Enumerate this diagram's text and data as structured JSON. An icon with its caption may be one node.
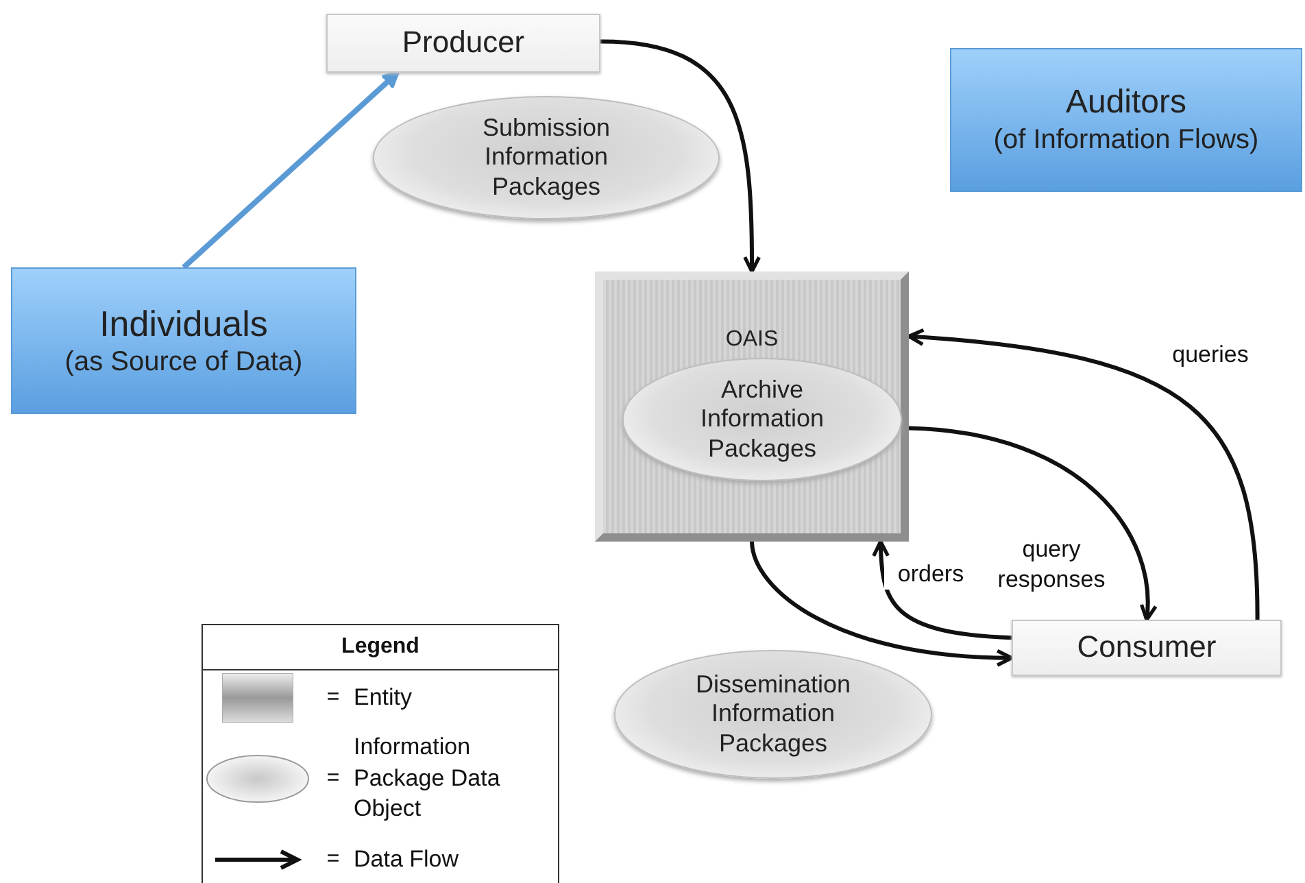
{
  "diagram": {
    "nodes": [
      {
        "text": [
          "Producer"
        ]
      },
      {
        "text": [
          "Submission Information Packages"
        ]
      },
      {
        "text": [
          "Auditors",
          "(of Information Flows)"
        ]
      },
      {
        "text": [
          "Individuals",
          "(as Source of Data)"
        ]
      },
      {
        "text": [
          "OAIS"
        ]
      },
      {
        "text": [
          "Archive Information Packages"
        ],
        "in": 4
      },
      {
        "text": [
          "Consumer"
        ]
      },
      {
        "text": [
          "Dissemination Information Packages"
        ]
      }
    ],
    "edges": [
      {
        "from": 3,
        "to": 0,
        "arrow": "to",
        "color": "#5b9bd5"
      },
      {
        "from": 0,
        "to": 4,
        "arrow": "to"
      },
      {
        "from": 6,
        "to": 4,
        "arrow": "to",
        "label": "queries"
      },
      {
        "from": 4,
        "to": 6,
        "arrow": "to",
        "label": "query responses"
      },
      {
        "from": 6,
        "to": 4,
        "arrow": "to",
        "label": "orders"
      },
      {
        "from": 4,
        "to": 6,
        "arrow": "to"
      }
    ],
    "labels": [
      "Legend",
      "=",
      "=",
      "="
    ],
    "legend": [
      {
        "text": "Entity"
      },
      {
        "text": "Information Package Data Object"
      },
      {
        "text": "Data Flow"
      }
    ]
  }
}
